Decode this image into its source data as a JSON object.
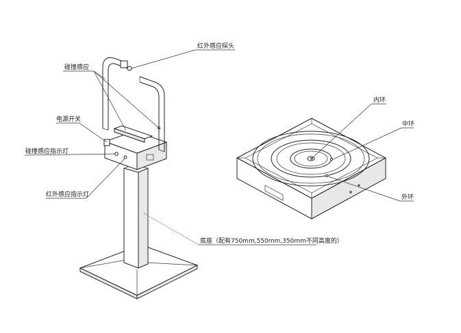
{
  "labels": {
    "ir_probe": "红外感应探头",
    "collision_sensor": "碰撞感应",
    "power_switch": "电源开关",
    "collision_indicator": "碰撞感应指示灯",
    "ir_indicator": "红外感应指示灯",
    "base": "底座（配有750mm,550mm,350mm不同高度的）",
    "inner_ring": "内环",
    "middle_ring": "中环",
    "outer_ring": "外环"
  }
}
